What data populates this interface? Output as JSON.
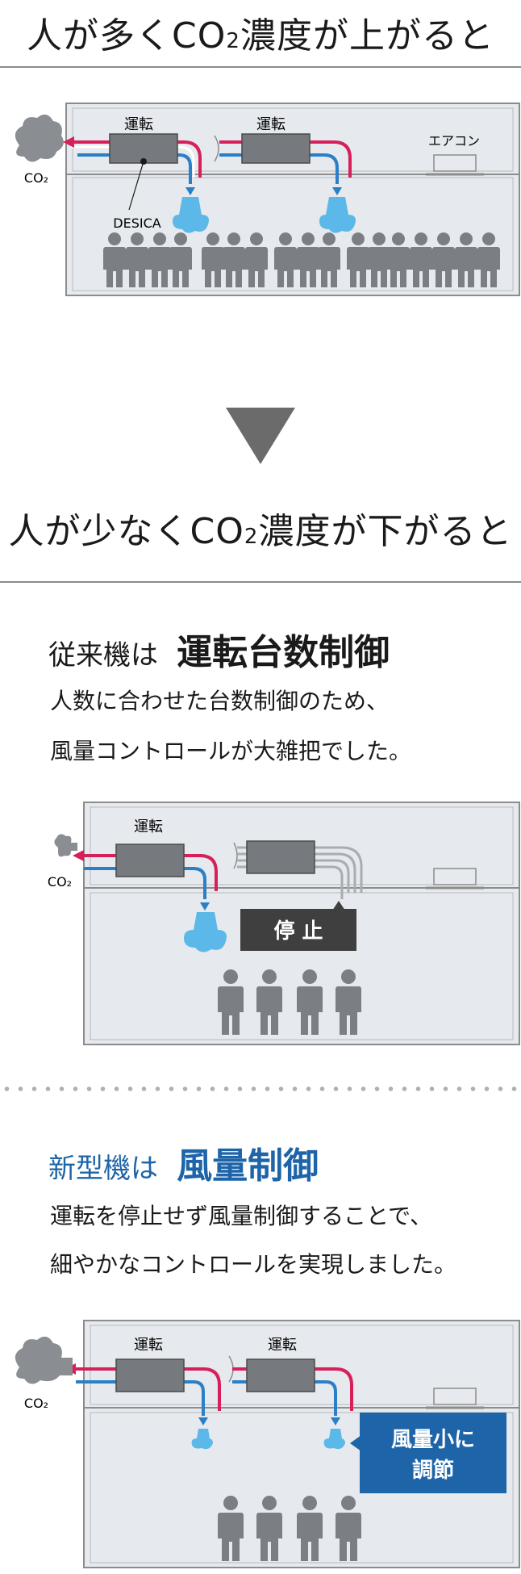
{
  "heading1": {
    "prefix": "人が多くCO",
    "sub": "2",
    "suffix": "濃度が上がると"
  },
  "heading2": {
    "prefix": "人が少なくCO",
    "sub": "2",
    "suffix": "濃度が下がると"
  },
  "diagram1": {
    "unit1": "運転",
    "unit2": "運転",
    "ac": "エアコン",
    "desica": "DESICA",
    "co2": "CO₂"
  },
  "diagram2": {
    "unit1": "運転",
    "stop": "停 止",
    "co2": "CO₂"
  },
  "diagram3": {
    "unit1": "運転",
    "unit2": "運転",
    "co2": "CO₂",
    "callout1": "風量小に",
    "callout2": "調節"
  },
  "conventional": {
    "title_prefix": "従来機は",
    "title_bold": "運転台数制御",
    "line1": "人数に合わせた台数制御のため、",
    "line2": "風量コントロールが大雑把でした。"
  },
  "newmodel": {
    "title_prefix": "新型機は",
    "title_bold": "風量制御",
    "line1": "運転を停止せず風量制御することで、",
    "line2": "細やかなコントロールを実現しました。"
  },
  "colors": {
    "red": "#d6205a",
    "blue": "#2a7fc6",
    "wall": "#e6e9ed",
    "person": "#7b7f84",
    "accent_blue": "#1e64a8"
  }
}
